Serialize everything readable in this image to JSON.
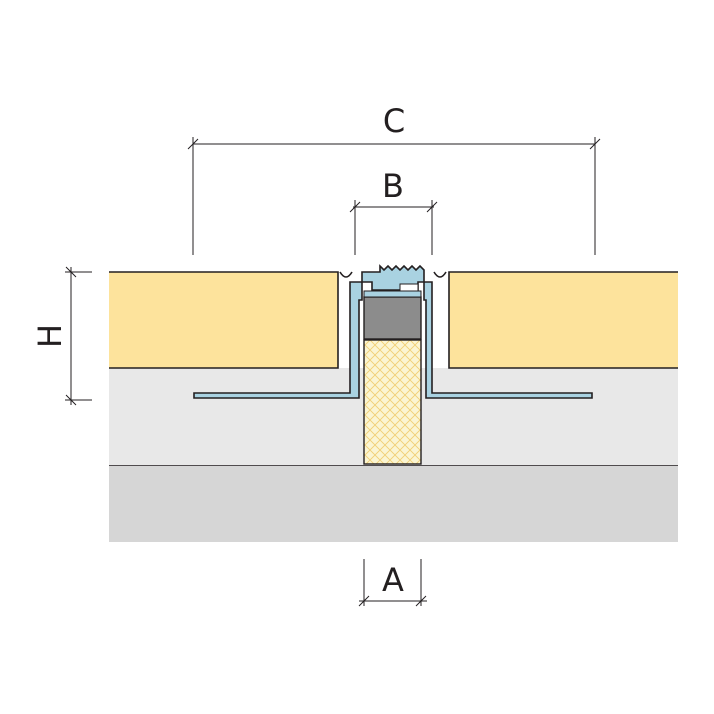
{
  "labels": {
    "a": "A",
    "b": "B",
    "c": "C",
    "h": "H"
  },
  "colors": {
    "tile": "#fde39c",
    "adhesive": "#e8e8e8",
    "substrate": "#d6d6d6",
    "profile": "#a9d2e1",
    "insert": "#8c8c8c",
    "filler": "#fbf5d2",
    "filler_hatch": "#f2d27a",
    "line": "#231f20"
  }
}
